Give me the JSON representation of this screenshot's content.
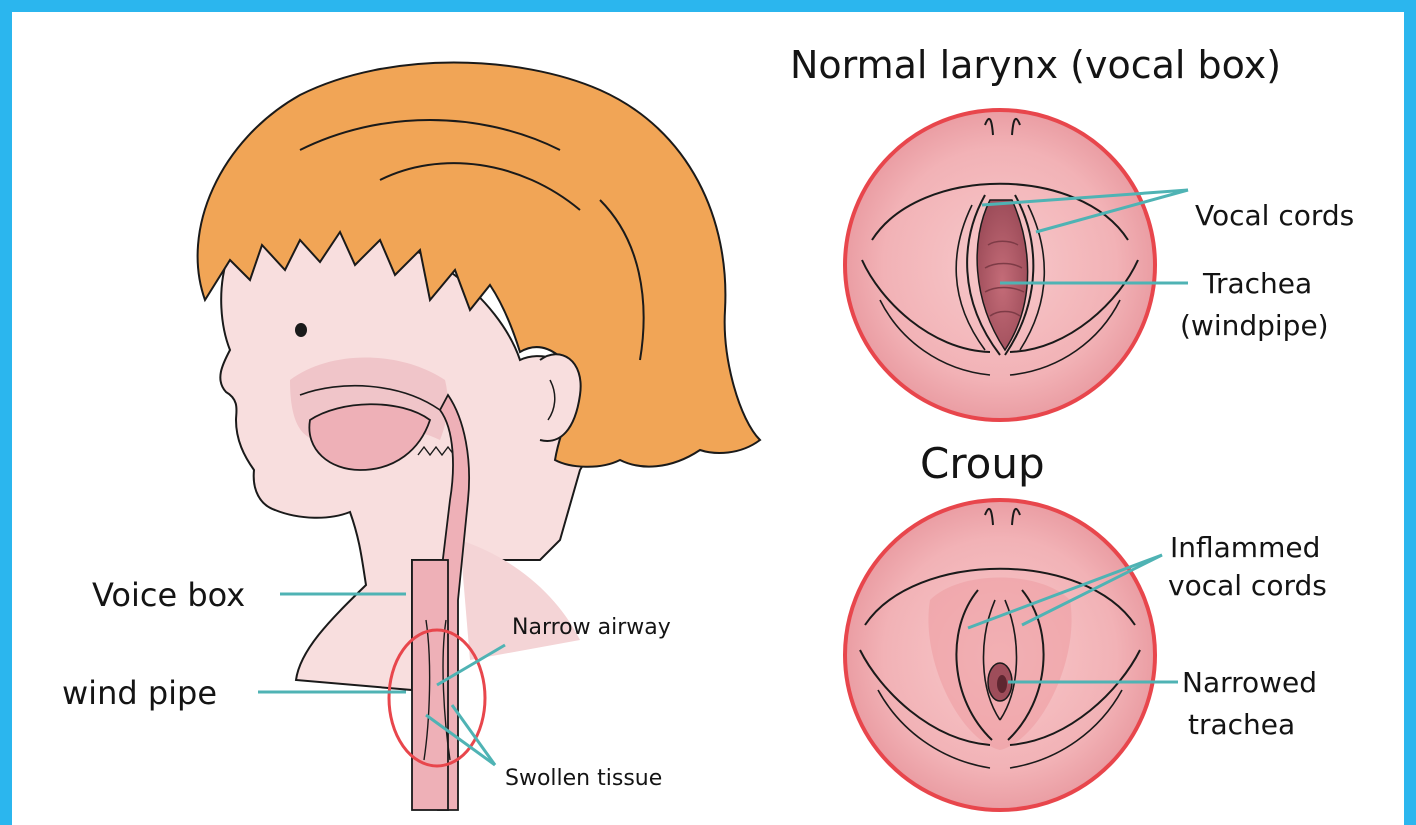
{
  "titles": {
    "normal": "Normal larynx (vocal box)",
    "croup": "Croup"
  },
  "labels": {
    "voice_box": "Voice box",
    "wind_pipe": "wind pipe",
    "narrow_airway": "Narrow airway",
    "swollen_tissue": "Swollen tissue",
    "vocal_cords": "Vocal cords",
    "trachea": "Trachea",
    "windpipe": "(windpipe)",
    "inflamed_1": "Inflammed",
    "inflamed_2": "vocal cords",
    "narrowed_1": "Narrowed",
    "narrowed_2": "trachea"
  },
  "colors": {
    "border": "#2bb6ee",
    "hair": "#f1a556",
    "skin": "#f8dede",
    "throat": "#eeb0b7",
    "leader_line": "#4fb3b4",
    "circle_outline": "#e8464c",
    "larynx_fill": "#f3b8bb",
    "trachea_dark": "#b35b68"
  }
}
